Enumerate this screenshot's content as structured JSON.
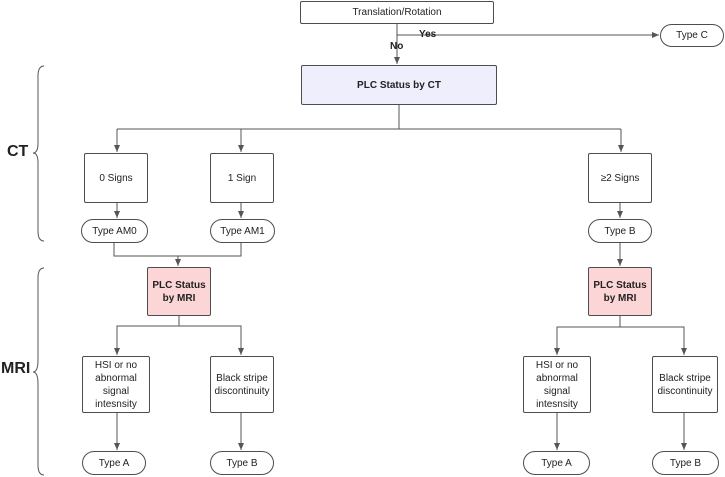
{
  "top": {
    "question": "Translation/Rotation",
    "yes_label": "Yes",
    "no_label": "No",
    "yes_result": "Type C"
  },
  "ct": {
    "section_label": "CT",
    "status": "PLC Status by CT",
    "signs": [
      "0 Signs",
      "1 Sign",
      "≥2 Signs"
    ],
    "types": [
      "Type AM0",
      "Type AM1",
      "Type B"
    ]
  },
  "mri": {
    "section_label": "MRI",
    "status_left": "PLC Status\nby MRI",
    "status_right": "PLC Status\nby MRI",
    "finding_left_a": "HSI or no\nabnormal\nsignal\nintesnsity",
    "finding_left_b": "Black stripe\ndiscontinuity",
    "finding_right_a": "HSI or no\nabnormal\nsignal\nintesnsity",
    "finding_right_b": "Black stripe\ndiscontinuity",
    "result_left_a": "Type A",
    "result_left_b": "Type B",
    "result_right_a": "Type A",
    "result_right_b": "Type B"
  },
  "colors": {
    "line": "#555555",
    "ct_status_fill": "#eeeefc",
    "mri_status_fill": "#fcd6d6"
  }
}
